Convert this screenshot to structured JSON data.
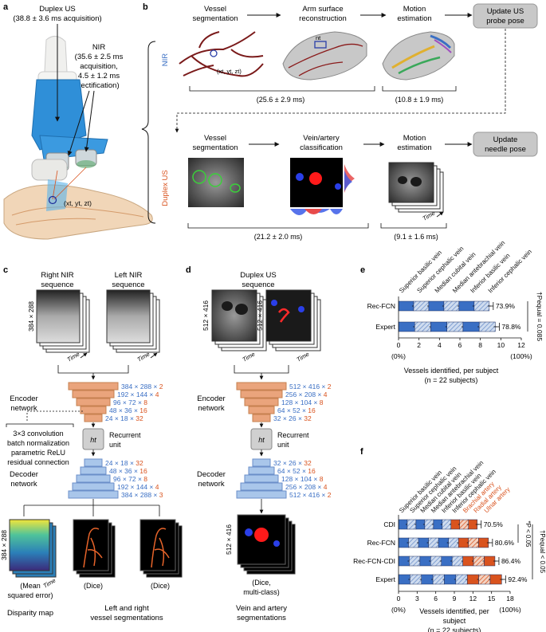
{
  "panel_letters": {
    "a": "a",
    "b": "b",
    "c": "c",
    "d": "d",
    "e": "e",
    "f": "f"
  },
  "panel_a": {
    "duplex_title": "Duplex US",
    "duplex_timing": "(38.8 ± 3.6 ms acquisition)",
    "nir_title": "NIR",
    "nir_l1": "(35.6 ± 2.5 ms",
    "nir_l2": "acquisition,",
    "nir_l3": "4.5 ± 1.2 ms",
    "nir_l4": "rectification)",
    "coord_label": "(xt, yt, zt)"
  },
  "panel_b": {
    "row_nir": "NIR",
    "row_us": "Duplex US",
    "nir_step1": [
      "Vessel",
      "segmentation"
    ],
    "nir_step2": [
      "Arm surface",
      "reconstruction"
    ],
    "nir_step3": [
      "Motion",
      "estimation"
    ],
    "nir_action": [
      "Update US",
      "probe pose"
    ],
    "nir_normal": "nt",
    "nir_coord": "(xt, yt, zt)",
    "nir_time1": "(25.6 ± 2.9 ms)",
    "nir_time2": "(10.8 ± 1.9 ms)",
    "us_step1": [
      "Vessel",
      "segmentation"
    ],
    "us_step2": [
      "Vein/artery",
      "classification"
    ],
    "us_step3": [
      "Motion",
      "estimation"
    ],
    "us_action": [
      "Update",
      "needle pose"
    ],
    "us_time1": "(21.2 ± 2.0 ms)",
    "us_time2": "(9.1 ± 1.6 ms)",
    "time_label": "Time"
  },
  "panel_c": {
    "right_seq": [
      "Right NIR",
      "sequence"
    ],
    "left_seq": [
      "Left NIR",
      "sequence"
    ],
    "frame_dim": "384 × 288",
    "time_label": "Time",
    "encoder_label": [
      "Encoder",
      "network"
    ],
    "decoder_label": [
      "Decoder",
      "network"
    ],
    "recurrent_label": [
      "Recurrent",
      "unit"
    ],
    "ht": "ht",
    "encoder_layers": [
      {
        "dims": "384 × 288 × ",
        "ch": "2"
      },
      {
        "dims": "192 × 144 × ",
        "ch": "4"
      },
      {
        "dims": "96 × 72 × ",
        "ch": "8"
      },
      {
        "dims": "48 × 36 × ",
        "ch": "16"
      },
      {
        "dims": "24 × 18 × ",
        "ch": "32"
      }
    ],
    "decoder_layers": [
      {
        "dims": "24 × 18 × ",
        "ch": "32"
      },
      {
        "dims": "48 × 36 × ",
        "ch": "16"
      },
      {
        "dims": "96 × 72 × ",
        "ch": "8"
      },
      {
        "dims": "192 × 144 × ",
        "ch": "4"
      },
      {
        "dims": "384 × 288 × ",
        "ch": "3"
      }
    ],
    "conv_notes": [
      "3×3 convolution",
      "batch normalization",
      "parametric ReLU",
      "residual connection"
    ],
    "loss_mse": [
      "(Mean",
      "squared error)"
    ],
    "loss_dice": "(Dice)",
    "out_disparity": "Disparity map",
    "out_seg": [
      "Left and right",
      "vessel segmentations"
    ]
  },
  "panel_d": {
    "title": [
      "Duplex US",
      "sequence"
    ],
    "frame_dim": "512 × 416",
    "time_label": "Time",
    "encoder_label": [
      "Encoder",
      "network"
    ],
    "decoder_label": [
      "Decoder",
      "network"
    ],
    "recurrent_label": [
      "Recurrent",
      "unit"
    ],
    "ht": "ht",
    "encoder_layers": [
      {
        "dims": "512 × 416 × ",
        "ch": "2"
      },
      {
        "dims": "256 × 208 × ",
        "ch": "4"
      },
      {
        "dims": "128 × 104 × ",
        "ch": "8"
      },
      {
        "dims": "64 × 52 × ",
        "ch": "16"
      },
      {
        "dims": "32 × 26 × ",
        "ch": "32"
      }
    ],
    "decoder_layers": [
      {
        "dims": "32 × 26 × ",
        "ch": "32"
      },
      {
        "dims": "64 × 52 × ",
        "ch": "16"
      },
      {
        "dims": "128 × 104 × ",
        "ch": "8"
      },
      {
        "dims": "256 × 208 × ",
        "ch": "4"
      },
      {
        "dims": "512 × 416 × ",
        "ch": "2"
      }
    ],
    "loss": [
      "(Dice,",
      "multi-class)"
    ],
    "out_label": [
      "Vein and artery",
      "segmentations"
    ]
  },
  "panel_e": {
    "categories": [
      "Superior basilic vein",
      "Superior cephalic vein",
      "Median cubital vein",
      "Median antebrachial vein",
      "Inferior basilic vein",
      "Inferior cephalic vein"
    ],
    "rows": [
      {
        "label": "Rec-FCN",
        "value": 8.87,
        "pct": "73.9%"
      },
      {
        "label": "Expert",
        "value": 9.46,
        "pct": "78.8%"
      }
    ],
    "ticks": [
      "0",
      "2",
      "4",
      "6",
      "8",
      "10",
      "12"
    ],
    "xmax": 12,
    "pct_low": "(0%)",
    "pct_high": "(100%)",
    "xlabel": "Vessels identified, per subject",
    "subjects": "(n = 22 subjects)",
    "stat": "†Pequal = 0.085"
  },
  "panel_f": {
    "categories": [
      "Superior basilic vein",
      "Superior cephalic vein",
      "Median cubital vein",
      "Median antebrachial vein",
      "Inferior basilic vein",
      "Inferior cephalic vein",
      "Brachial artery",
      "Radial artery",
      "Ulnar artery"
    ],
    "rows": [
      {
        "label": "CDI",
        "value": 12.69,
        "pct": "70.5%"
      },
      {
        "label": "Rec-FCN",
        "value": 14.51,
        "pct": "80.6%"
      },
      {
        "label": "Rec-FCN-CDI",
        "value": 15.55,
        "pct": "86.4%"
      },
      {
        "label": "Expert",
        "value": 16.63,
        "pct": "92.4%"
      }
    ],
    "ticks": [
      "0",
      "3",
      "6",
      "9",
      "12",
      "15",
      "18"
    ],
    "xmax": 18,
    "pct_low": "(0%)",
    "pct_high": "(100%)",
    "xlabel": [
      "Vessels identified, per",
      "subject"
    ],
    "subjects": "(n = 22 subjects)",
    "stat1": "*P < 0.05",
    "stat2": "†Pequal < 0.05"
  },
  "colors": {
    "blue": "#3a6fc4",
    "orange": "#d9531e",
    "salmon": "#e8a07c",
    "lightblue": "#8fb0de",
    "probe": "#2f8fd8"
  }
}
